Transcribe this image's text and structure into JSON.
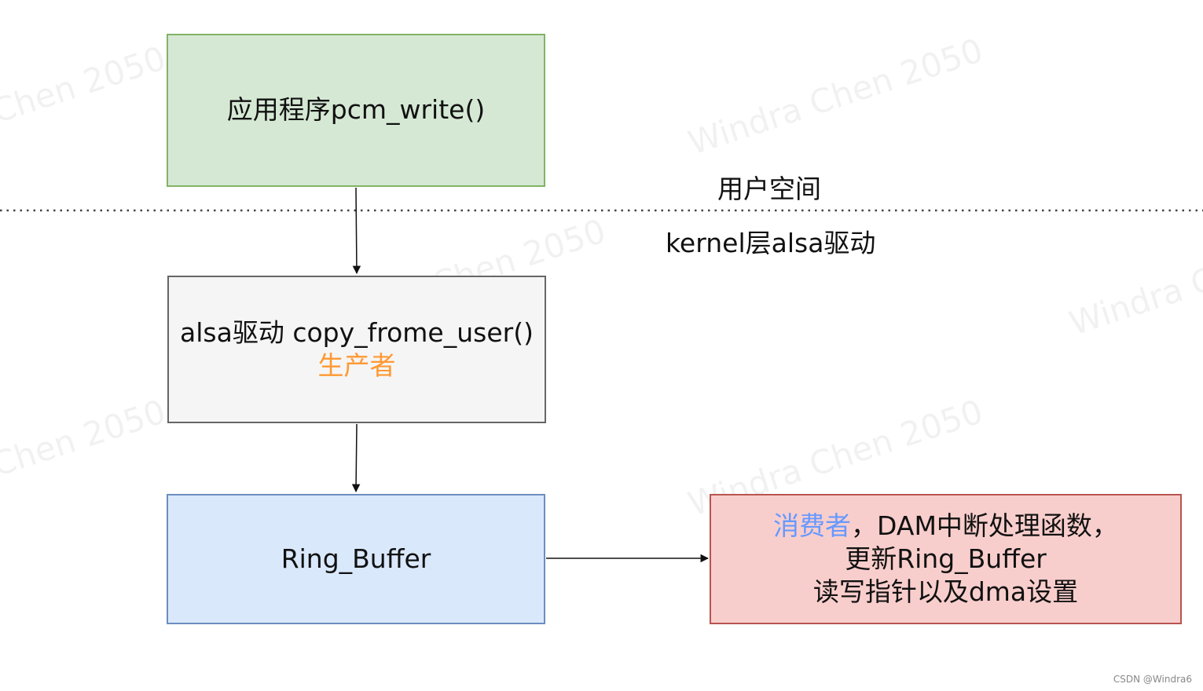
{
  "boxes": {
    "app": {
      "label": "应用程序pcm_write()"
    },
    "alsa": {
      "label": "alsa驱动 copy_frome_user()",
      "role": "生产者",
      "role_color": "#ff9933"
    },
    "ring_buffer": {
      "label": "Ring_Buffer"
    },
    "consumer": {
      "role": "消费者",
      "role_color": "#6699ff",
      "line1_rest": "，DAM中断处理函数，",
      "line2": "更新Ring_Buffer",
      "line3": "读写指针以及dma设置"
    }
  },
  "zones": {
    "user_space": "用户空间",
    "kernel": "kernel层alsa驱动"
  },
  "watermark": "Windra Chen 2050",
  "footer": "CSDN @Windra6",
  "colors": {
    "app_fill": "#d5e8d4",
    "alsa_fill": "#f5f5f5",
    "ring_fill": "#dae8fc",
    "consumer_fill": "#f8cecc"
  }
}
